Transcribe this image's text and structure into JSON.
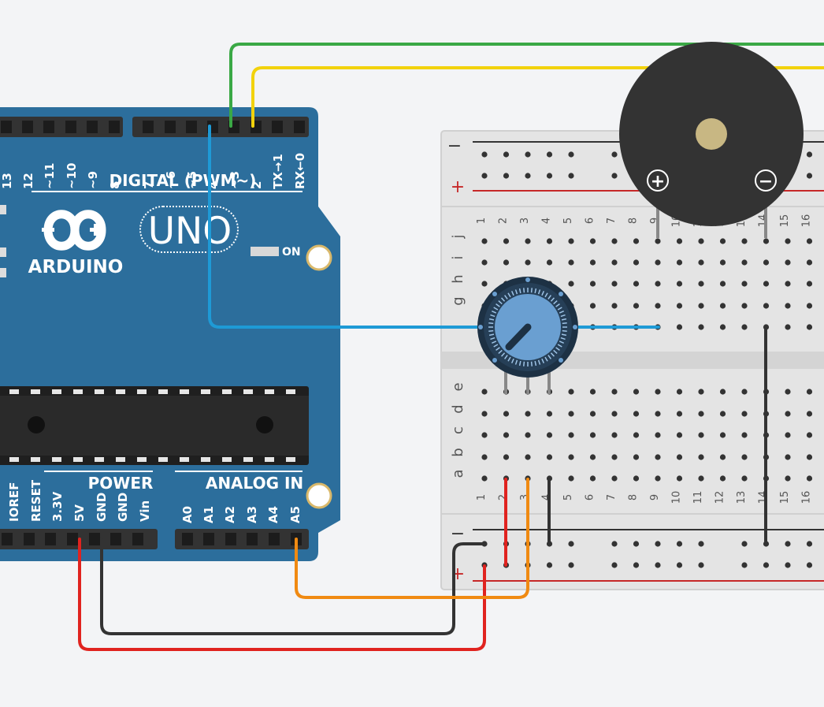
{
  "board": {
    "brand": "ARDUINO",
    "model": "UNO",
    "on_label": "ON",
    "digital_header": "DIGITAL (PWM~)",
    "digital_pins": [
      "13",
      "12",
      "~11",
      "~10",
      "~9",
      "8",
      "7",
      "~6",
      "~5",
      "4",
      "~3",
      "2",
      "TX→1",
      "RX←0"
    ],
    "power_header": "POWER",
    "power_pins": [
      "IOREF",
      "RESET",
      "3.3V",
      "5V",
      "GND",
      "GND",
      "Vin"
    ],
    "analog_header": "ANALOG IN",
    "analog_pins": [
      "A0",
      "A1",
      "A2",
      "A3",
      "A4",
      "A5"
    ]
  },
  "breadboard": {
    "rail_minus": "−",
    "rail_plus": "+",
    "columns": [
      "1",
      "2",
      "3",
      "4",
      "5",
      "6",
      "7",
      "8",
      "9",
      "10",
      "11",
      "12",
      "13",
      "14",
      "15",
      "16"
    ],
    "rows_top": [
      "j",
      "i",
      "h",
      "g"
    ],
    "rows_bottom": [
      "e",
      "d",
      "c",
      "b",
      "a"
    ]
  },
  "buzzer": {
    "plus": "+",
    "minus": "−"
  },
  "colors": {
    "board": "#2c6e9c",
    "wire_green": "#3aa845",
    "wire_yellow": "#f2d20c",
    "wire_blue": "#1e9ad6",
    "wire_red": "#e0231f",
    "wire_black": "#333333",
    "wire_orange": "#f08a12",
    "rail_red": "#c62828"
  }
}
